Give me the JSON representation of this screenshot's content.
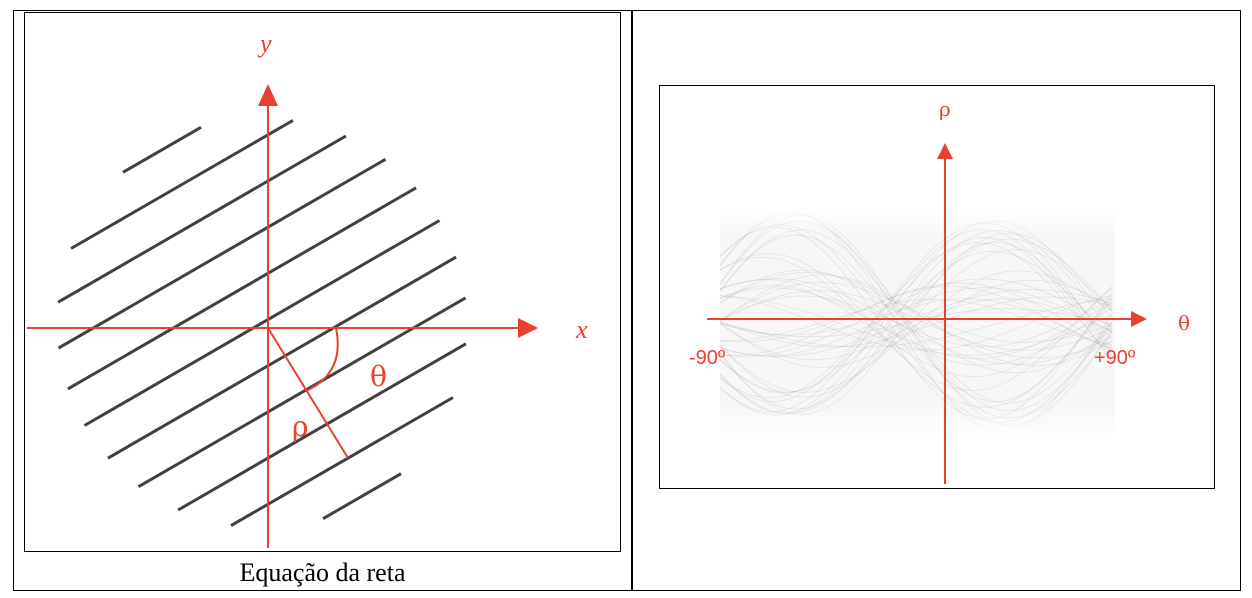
{
  "left_figure": {
    "x_axis_label": "x",
    "y_axis_label": "y",
    "theta_label": "θ",
    "rho_label": "ρ",
    "caption": "Equação da reta"
  },
  "right_figure": {
    "rho_axis_label": "ρ",
    "theta_axis_label": "θ",
    "theta_min_label": "-90º",
    "theta_max_label": "+90º"
  },
  "colors": {
    "axis": "#e8412f",
    "lines": "#404040",
    "border": "#000000"
  }
}
